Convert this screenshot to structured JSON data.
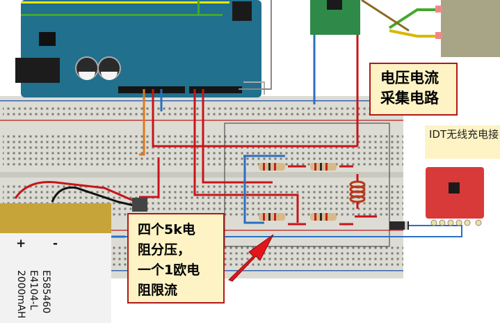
{
  "callouts": {
    "voltage_current": {
      "line1": "电压电流",
      "line2": "采集电路"
    },
    "divider": {
      "line1": "四个5k电",
      "line2": "阻分压，",
      "line3": "一个1欧电",
      "line4": "阻限流"
    }
  },
  "labels": {
    "idt": "IDT无线充电接",
    "battery_lines": [
      "E585460",
      "E4104-L",
      "2000mAH"
    ],
    "battery_plus": "+",
    "battery_minus": "-"
  },
  "colors": {
    "wire_red": "#c8141a",
    "wire_blue": "#2b6fc0",
    "wire_orange": "#e07a1e",
    "wire_yellow": "#f2e600",
    "wire_green": "#44a82c",
    "arduino": "#20708e",
    "breadboard": "#dcdcd4",
    "callout_bg": "#fdf3c4",
    "callout_border": "#b01818"
  }
}
